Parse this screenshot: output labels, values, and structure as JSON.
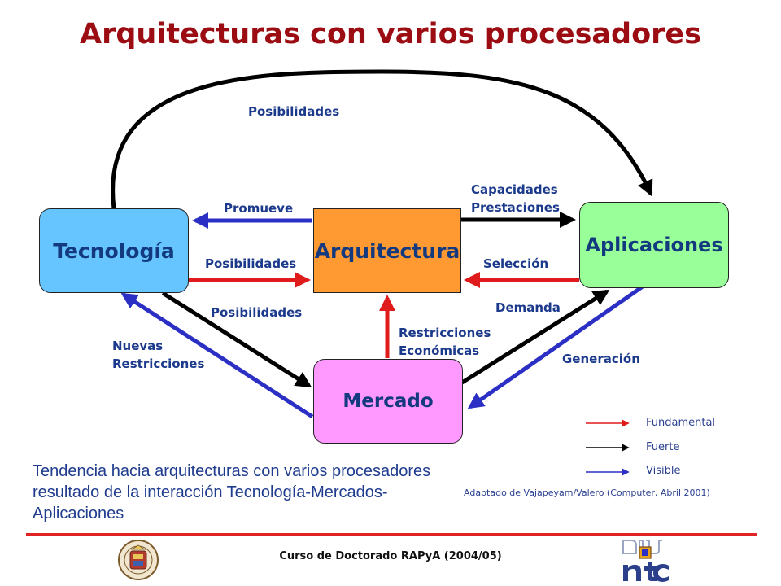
{
  "title": "Arquitecturas con varios procesadores",
  "nodes": {
    "tecnologia": "Tecnología",
    "arquitectura": "Arquitectura",
    "aplicaciones": "Aplicaciones",
    "mercado": "Mercado"
  },
  "edge_labels": {
    "top_arc": "Posibilidades",
    "promueve": "Promueve",
    "posibilidades_red": "Posibilidades",
    "capacidades": "Capacidades",
    "prestaciones": "Prestaciones",
    "seleccion": "Selección",
    "posibilidades_black": "Posibilidades",
    "demanda": "Demanda",
    "restricciones": "Restricciones",
    "economicas": "Económicas",
    "nuevas": "Nuevas",
    "restricciones2": "Restricciones",
    "generacion": "Generación"
  },
  "legend": [
    {
      "label": "Fundamental",
      "color": "#e01b1b"
    },
    {
      "label": "Fuerte",
      "color": "#000000"
    },
    {
      "label": "Visible",
      "color": "#2b2fc4"
    }
  ],
  "caption": "Tendencia hacia arquitecturas con varios procesadores resultado de la interacción Tecnología-Mercados-Aplicaciones",
  "credit": "Adaptado de Vajapeyam/Valero (Computer, Abril 2001)",
  "footer": "Curso de Doctorado RAPyA (2004/05)",
  "colors": {
    "title": "#9b0d12",
    "tecnologia": "#66c5ff",
    "arquitectura": "#ff9a33",
    "aplicaciones": "#99ff99",
    "mercado": "#ff99ff",
    "fundamental": "#e01b1b",
    "fuerte": "#000000",
    "visible": "#2b2fc4"
  },
  "logos": {
    "left": "university-seal",
    "right": "ntc-logo"
  }
}
